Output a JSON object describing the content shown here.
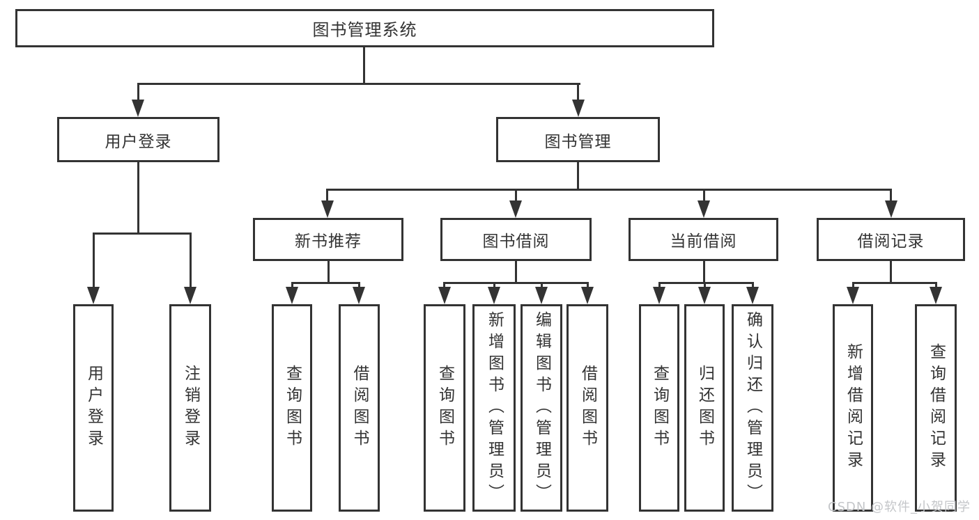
{
  "nodes": {
    "root": "图书管理系统",
    "l2": [
      "用户登录",
      "图书管理"
    ],
    "l3": [
      "新书推荐",
      "图书借阅",
      "当前借阅",
      "借阅记录"
    ],
    "leaves": [
      [
        "用户登录",
        "注销登录"
      ],
      [
        "查询图书",
        "借阅图书"
      ],
      [
        "查询图书",
        "新增图书（管理员）",
        "编辑图书（管理员）",
        "借阅图书"
      ],
      [
        "查询图书",
        "归还图书",
        "确认归还（管理员）"
      ],
      [
        "新增借阅记录",
        "查询借阅记录"
      ]
    ]
  },
  "watermark": "CSDN @软件_小贺同学",
  "colors": {
    "line": "#333333",
    "text": "#333333",
    "box-bg": "#ffffff",
    "page-bg": "#ffffff",
    "watermark": "#c4c6c9"
  }
}
